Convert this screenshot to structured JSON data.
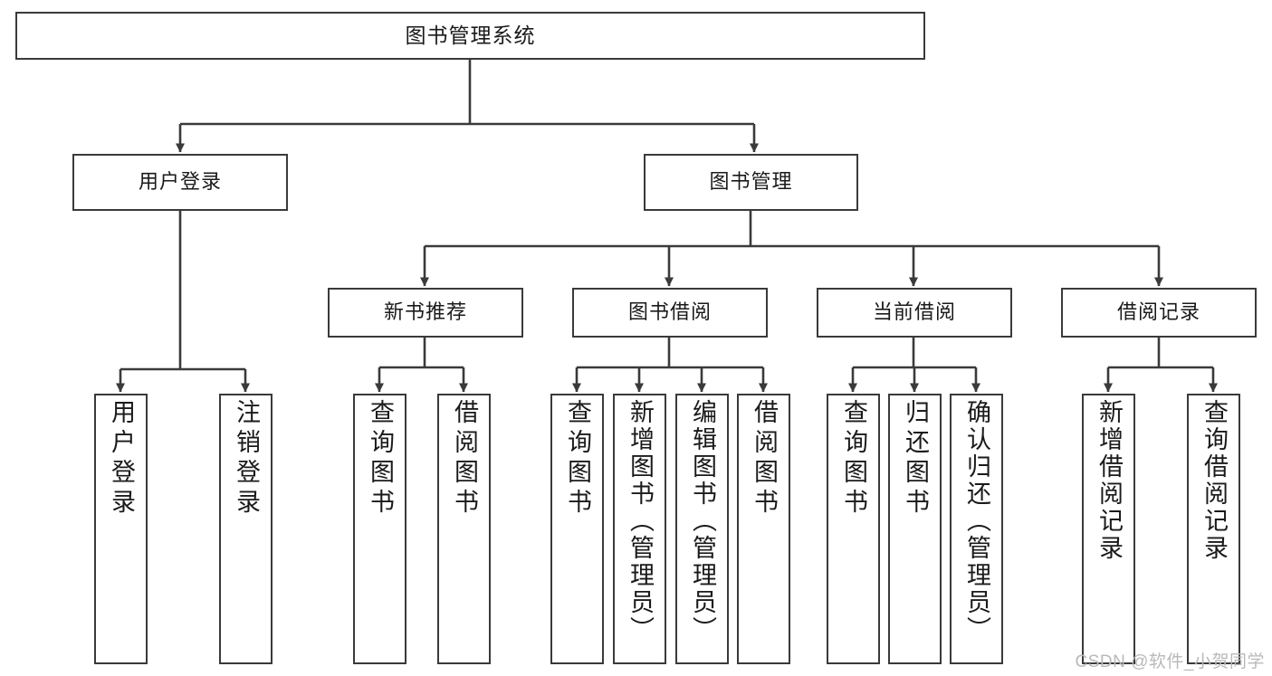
{
  "diagram": {
    "title": "图书管理系统",
    "watermark": "CSDN @软件_小贺同学",
    "colors": {
      "box_border": "#3a3a3a",
      "box_fill": "#ffffff",
      "edge": "#3a3a3a",
      "text": "#1a1a1a",
      "watermark": "#b9b9b9",
      "background": "#ffffff"
    },
    "root": {
      "label": "图书管理系统"
    },
    "level2": [
      {
        "label": "用户登录"
      },
      {
        "label": "图书管理"
      }
    ],
    "level3": [
      {
        "label": "新书推荐"
      },
      {
        "label": "图书借阅"
      },
      {
        "label": "当前借阅"
      },
      {
        "label": "借阅记录"
      }
    ],
    "leaves": {
      "user_login": [
        {
          "label": "用户登录"
        },
        {
          "label": "注销登录"
        }
      ],
      "new_book": [
        {
          "label": "查询图书"
        },
        {
          "label": "借阅图书"
        }
      ],
      "book_borrow": [
        {
          "label": "查询图书"
        },
        {
          "label": "新增图书（管理员）"
        },
        {
          "label": "编辑图书（管理员）"
        },
        {
          "label": "借阅图书"
        }
      ],
      "current_borrow": [
        {
          "label": "查询图书"
        },
        {
          "label": "归还图书"
        },
        {
          "label": "确认归还（管理员）"
        }
      ],
      "borrow_record": [
        {
          "label": "新增借阅记录"
        },
        {
          "label": "查询借阅记录"
        }
      ]
    }
  }
}
